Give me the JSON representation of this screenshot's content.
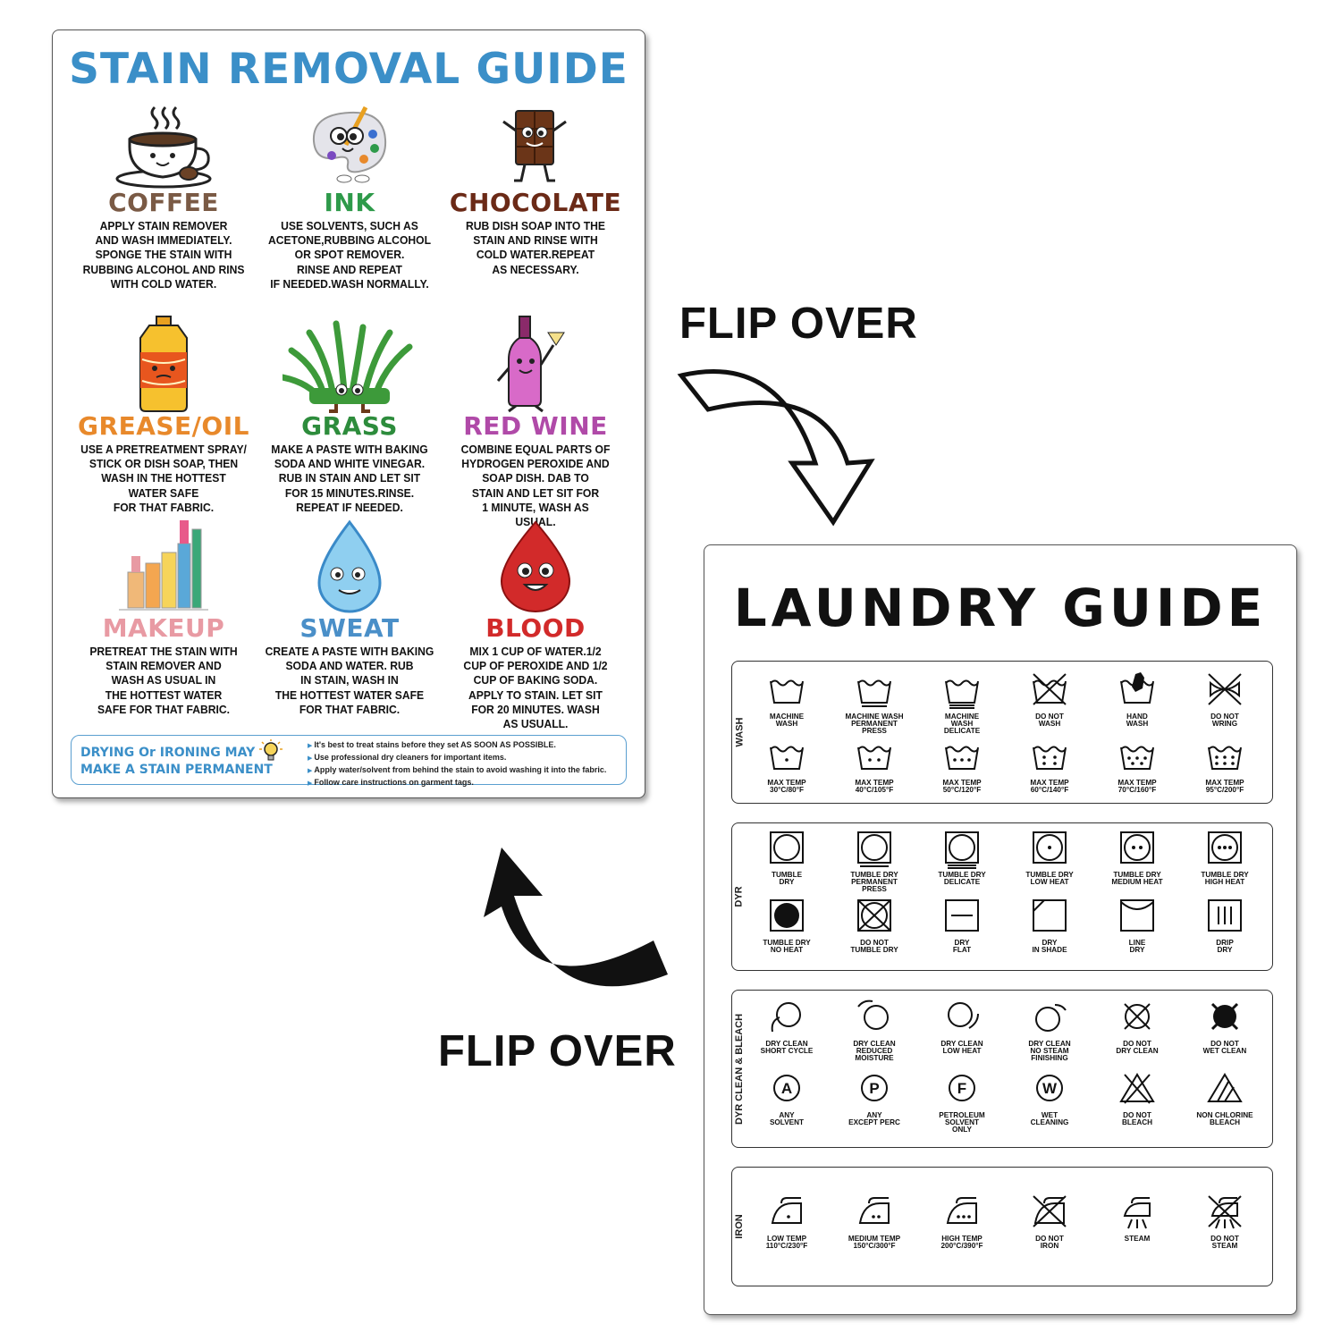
{
  "stain_guide": {
    "title": "STAIN REMOVAL GUIDE",
    "items": [
      {
        "name": "COFFEE",
        "color": "#7a5a45",
        "icon": "coffee-cup-icon",
        "desc": "APPLY STAIN REMOVER\nAND WASH IMMEDIATELY.\nSPONGE THE STAIN WITH\nRUBBING ALCOHOL AND RINS\nWITH COLD WATER."
      },
      {
        "name": "INK",
        "color": "#2e9a4a",
        "icon": "paint-palette-icon",
        "desc": "USE SOLVENTS, SUCH AS\nACETONE,RUBBING ALCOHOL\nOR SPOT REMOVER.\nRINSE AND REPEAT\nIF NEEDED.WASH NORMALLY."
      },
      {
        "name": "CHOCOLATE",
        "color": "#6b2a17",
        "icon": "chocolate-bar-icon",
        "desc": "RUB DISH SOAP INTO THE\nSTAIN AND RINSE WITH\nCOLD WATER.REPEAT\nAS NECESSARY."
      },
      {
        "name": "GREASE/OIL",
        "color": "#e8892b",
        "icon": "oil-bottle-icon",
        "desc": "USE A PRETREATMENT SPRAY/\nSTICK OR DISH SOAP, THEN\nWASH IN THE HOTTEST\nWATER SAFE\nFOR THAT FABRIC."
      },
      {
        "name": "GRASS",
        "color": "#2d8c3c",
        "icon": "grass-icon",
        "desc": "MAKE A PASTE WITH BAKING\nSODA AND WHITE VINEGAR.\nRUB IN STAIN AND LET SIT\nFOR 15 MINUTES.RINSE.\nREPEAT IF NEEDED."
      },
      {
        "name": "RED WINE",
        "color": "#b04aa8",
        "icon": "wine-bottle-icon",
        "desc": "COMBINE EQUAL PARTS OF\nHYDROGEN PEROXIDE AND\nSOAP DISH. DAB TO\nSTAIN AND LET SIT FOR\n1 MINUTE, WASH AS\nUSUAL."
      },
      {
        "name": "MAKEUP",
        "color": "#e89aa3",
        "icon": "makeup-icon",
        "desc": "PRETREAT THE STAIN WITH\nSTAIN REMOVER AND\nWASH AS USUAL IN\nTHE HOTTEST WATER\nSAFE FOR THAT FABRIC."
      },
      {
        "name": "SWEAT",
        "color": "#4a8fc8",
        "icon": "sweat-drop-icon",
        "desc": "CREATE A PASTE WITH BAKING\nSODA AND WATER. RUB\nIN STAIN, WASH IN\nTHE HOTTEST WATER SAFE\nFOR THAT FABRIC."
      },
      {
        "name": "BLOOD",
        "color": "#d22a2a",
        "icon": "blood-drop-icon",
        "desc": "MIX 1 CUP OF WATER.1/2\nCUP OF PEROXIDE AND 1/2\nCUP OF BAKING SODA.\nAPPLY TO STAIN. LET SIT\nFOR 20 MINUTES. WASH\nAS USUALL."
      }
    ],
    "warning": "DRYING Or IRONING MAY\nMAKE A STAIN PERMANENT",
    "tips": [
      "It's best to treat stains before they set AS SOON AS POSSIBLE.",
      "Use professional dry cleaners for important items.",
      "Apply water/solvent from behind the stain to avoid washing it into the fabric.",
      "Follow care instructions on garment tags."
    ]
  },
  "flip_label": "FLIP OVER",
  "laundry_guide": {
    "title": "LAUNDRY GUIDE",
    "sections": [
      {
        "label": "WASH",
        "rows": [
          [
            {
              "icon": "machine-wash-icon",
              "label": "MACHINE\nWASH"
            },
            {
              "icon": "machine-wash-permanent-press-icon",
              "label": "MACHINE WASH\nPERMANENT\nPRESS"
            },
            {
              "icon": "machine-wash-delicate-icon",
              "label": "MACHINE\nWASH\nDELICATE"
            },
            {
              "icon": "do-not-wash-icon",
              "label": "DO NOT\nWASH"
            },
            {
              "icon": "hand-wash-icon",
              "label": "HAND\nWASH"
            },
            {
              "icon": "do-not-wring-icon",
              "label": "DO NOT\nWRING"
            }
          ],
          [
            {
              "icon": "wash-30-icon",
              "label": "MAX TEMP\n30°C/80°F"
            },
            {
              "icon": "wash-40-icon",
              "label": "MAX TEMP\n40°C/105°F"
            },
            {
              "icon": "wash-50-icon",
              "label": "MAX TEMP\n50°C/120°F"
            },
            {
              "icon": "wash-60-icon",
              "label": "MAX TEMP\n60°C/140°F"
            },
            {
              "icon": "wash-70-icon",
              "label": "MAX TEMP\n70°C/160°F"
            },
            {
              "icon": "wash-95-icon",
              "label": "MAX TEMP\n95°C/200°F"
            }
          ]
        ]
      },
      {
        "label": "DYR",
        "rows": [
          [
            {
              "icon": "tumble-dry-icon",
              "label": "TUMBLE\nDRY"
            },
            {
              "icon": "tumble-dry-permanent-press-icon",
              "label": "TUMBLE DRY\nPERMANENT\nPRESS"
            },
            {
              "icon": "tumble-dry-delicate-icon",
              "label": "TUMBLE DRY\nDELICATE"
            },
            {
              "icon": "tumble-dry-low-heat-icon",
              "label": "TUMBLE DRY\nLOW HEAT"
            },
            {
              "icon": "tumble-dry-medium-heat-icon",
              "label": "TUMBLE DRY\nMEDIUM HEAT"
            },
            {
              "icon": "tumble-dry-high-heat-icon",
              "label": "TUMBLE DRY\nHIGH HEAT"
            }
          ],
          [
            {
              "icon": "tumble-dry-no-heat-icon",
              "label": "TUMBLE DRY\nNO HEAT"
            },
            {
              "icon": "do-not-tumble-dry-icon",
              "label": "DO NOT\nTUMBLE DRY"
            },
            {
              "icon": "dry-flat-icon",
              "label": "DRY\nFLAT"
            },
            {
              "icon": "dry-in-shade-icon",
              "label": "DRY\nIN SHADE"
            },
            {
              "icon": "line-dry-icon",
              "label": "LINE\nDRY"
            },
            {
              "icon": "drip-dry-icon",
              "label": "DRIP\nDRY"
            }
          ]
        ]
      },
      {
        "label": "DYR CLEAN & BLEACH",
        "rows": [
          [
            {
              "icon": "dry-clean-short-cycle-icon",
              "label": "DRY CLEAN\nSHORT CYCLE"
            },
            {
              "icon": "dry-clean-reduced-moisture-icon",
              "label": "DRY CLEAN\nREDUCED\nMOISTURE"
            },
            {
              "icon": "dry-clean-low-heat-icon",
              "label": "DRY CLEAN\nLOW HEAT"
            },
            {
              "icon": "dry-clean-no-steam-icon",
              "label": "DRY CLEAN\nNO STEAM\nFINISHING"
            },
            {
              "icon": "do-not-dry-clean-icon",
              "label": "DO NOT\nDRY CLEAN"
            },
            {
              "icon": "do-not-wet-clean-icon",
              "label": "DO NOT\nWET CLEAN"
            }
          ],
          [
            {
              "icon": "any-solvent-icon",
              "letter": "A",
              "label": "ANY\nSOLVENT"
            },
            {
              "icon": "any-except-perc-icon",
              "letter": "P",
              "label": "ANY\nEXCEPT PERC"
            },
            {
              "icon": "petroleum-solvent-icon",
              "letter": "F",
              "label": "PETROLEUM\nSOLVENT\nONLY"
            },
            {
              "icon": "wet-cleaning-icon",
              "letter": "W",
              "label": "WET\nCLEANING"
            },
            {
              "icon": "do-not-bleach-icon",
              "label": "DO NOT\nBLEACH"
            },
            {
              "icon": "non-chlorine-bleach-icon",
              "label": "NON CHLORINE\nBLEACH"
            }
          ]
        ]
      },
      {
        "label": "IRON",
        "rows": [
          [
            {
              "icon": "iron-low-temp-icon",
              "label": "LOW TEMP\n110°C/230°F"
            },
            {
              "icon": "iron-medium-temp-icon",
              "label": "MEDIUM TEMP\n150°C/300°F"
            },
            {
              "icon": "iron-high-temp-icon",
              "label": "HIGH TEMP\n200°C/390°F"
            },
            {
              "icon": "do-not-iron-icon",
              "label": "DO NOT\nIRON"
            },
            {
              "icon": "steam-icon",
              "label": "STEAM"
            },
            {
              "icon": "do-not-steam-icon",
              "label": "DO NOT\nSTEAM"
            }
          ]
        ]
      }
    ]
  }
}
